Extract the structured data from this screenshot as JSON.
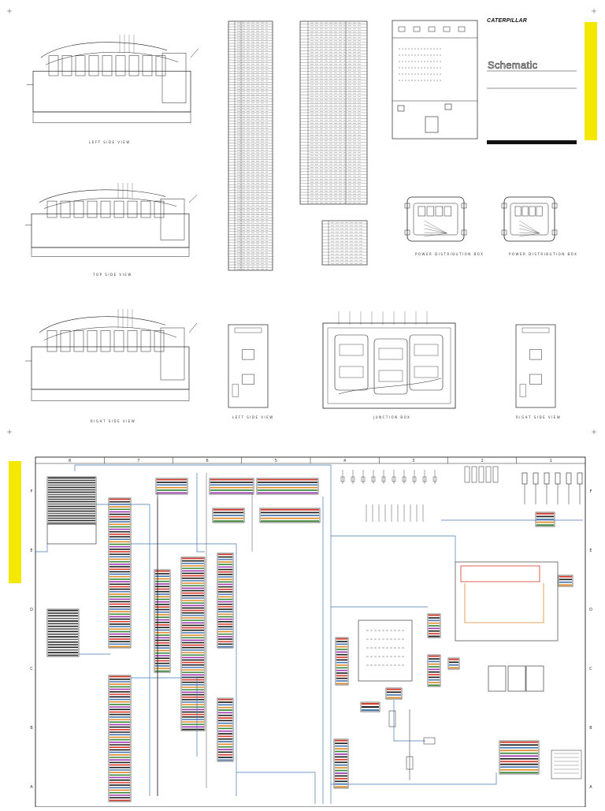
{
  "brand": {
    "logo_text": "CATERPILLAR",
    "title": "Schematic"
  },
  "colors": {
    "accent_yellow": "#f5e800",
    "line_dark": "#222222",
    "wire_blue": "#4a78b0",
    "wire_red": "#d83a2a",
    "wire_orange": "#e08a2a",
    "wire_green": "#3a8a3a"
  },
  "view_labels": {
    "left_side_view_engine": "LEFT SIDE VIEW",
    "top_side_view": "TOP SIDE VIEW",
    "right_side_view_engine": "RIGHT SIDE VIEW",
    "power_distribution_box_1": "POWER DISTRIBUTION BOX",
    "power_distribution_box_2": "POWER DISTRIBUTION BOX",
    "left_side_view_box": "LEFT SIDE VIEW",
    "junction_box": "JUNCTION BOX",
    "right_side_view_box": "RIGHT SIDE VIEW"
  },
  "grid": {
    "columns": [
      "8",
      "7",
      "6",
      "5",
      "4",
      "3",
      "2",
      "1"
    ],
    "rows": [
      "F",
      "E",
      "D",
      "C",
      "B",
      "A"
    ]
  },
  "icons": [
    "caterpillar-logo",
    "engine-drawing",
    "connector-icon",
    "junction-box-drawing"
  ]
}
